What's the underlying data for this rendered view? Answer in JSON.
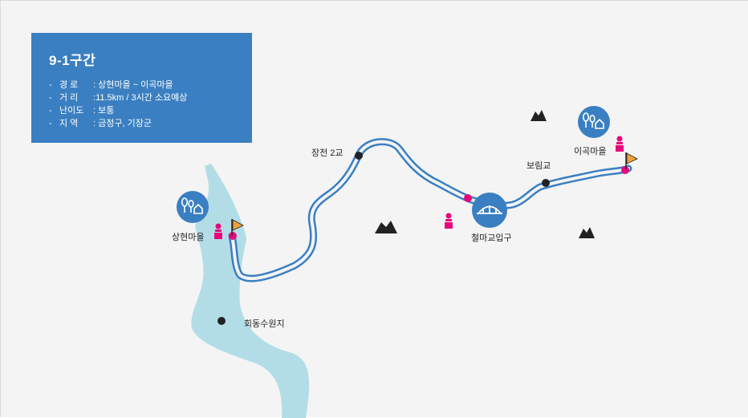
{
  "info": {
    "title": "9-1구간",
    "rows": [
      {
        "label": "경   로",
        "value": "상현마을 ~ 이곡마을"
      },
      {
        "label": "거   리",
        "value": "11.5km / 3시간 소요예상"
      },
      {
        "label": "난이도",
        "value": "보통"
      },
      {
        "label": "지   역",
        "value": "금정구, 기장군"
      }
    ]
  },
  "places": {
    "start": "상현마을",
    "bridge2": "장전 2교",
    "entrance": "철마교입구",
    "borim": "보림교",
    "end": "이곡마을",
    "reservoir": "회동수원지"
  },
  "colors": {
    "info_bg": "#3a7fc1",
    "route": "#3a7fc1",
    "water": "#b3dde6",
    "marker": "#e6087a",
    "flag": "#f2a23a"
  }
}
